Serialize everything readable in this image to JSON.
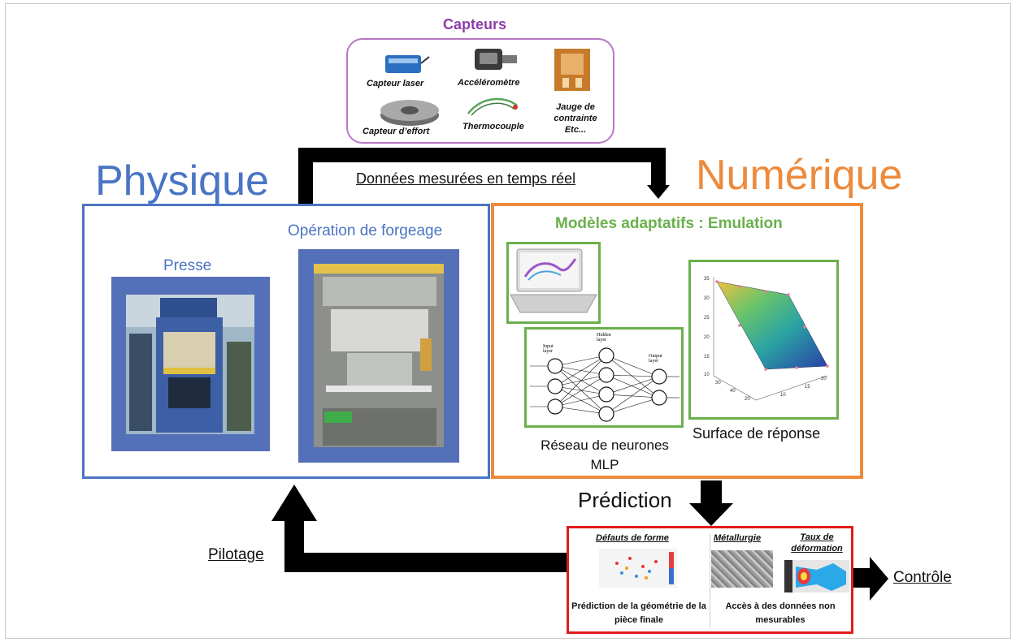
{
  "sensors": {
    "title": "Capteurs",
    "items": {
      "laser": "Capteur laser",
      "accelerometer": "Accéléromètre",
      "strain_gauge": "Jauge de contrainte Etc...",
      "force": "Capteur d’effort",
      "thermocouple": "Thermocouple"
    }
  },
  "physical": {
    "heading": "Physique",
    "press_label": "Presse",
    "forging_label": "Opération de forgeage"
  },
  "digital": {
    "heading": "Numérique",
    "models_title": "Modèles adaptatifs : Emulation",
    "nn_label": "Réseau de neurones MLP",
    "nn_layers": {
      "input": "Input layer",
      "hidden": "Hidden layer",
      "output": "Output layer"
    },
    "surface_label": "Surface de réponse"
  },
  "flows": {
    "measured": "Données mesurées en temps réel",
    "prediction": "Prédiction",
    "piloting": "Pilotage",
    "control": "Contrôle"
  },
  "outputs": {
    "shape_defects": "Défauts de forme",
    "metallurgy": "Métallurgie",
    "strain_rate": "Taux de déformation",
    "geometry_prediction": "Prédiction de la géométrie de la pièce finale",
    "unmeasurable_data": "Accès à des données non mesurables"
  },
  "colors": {
    "physical": "#4a74c4",
    "digital": "#ed8a3c",
    "sensors": "#8e3ea8",
    "models": "#6ab04c",
    "outputs": "#e21b1b"
  }
}
